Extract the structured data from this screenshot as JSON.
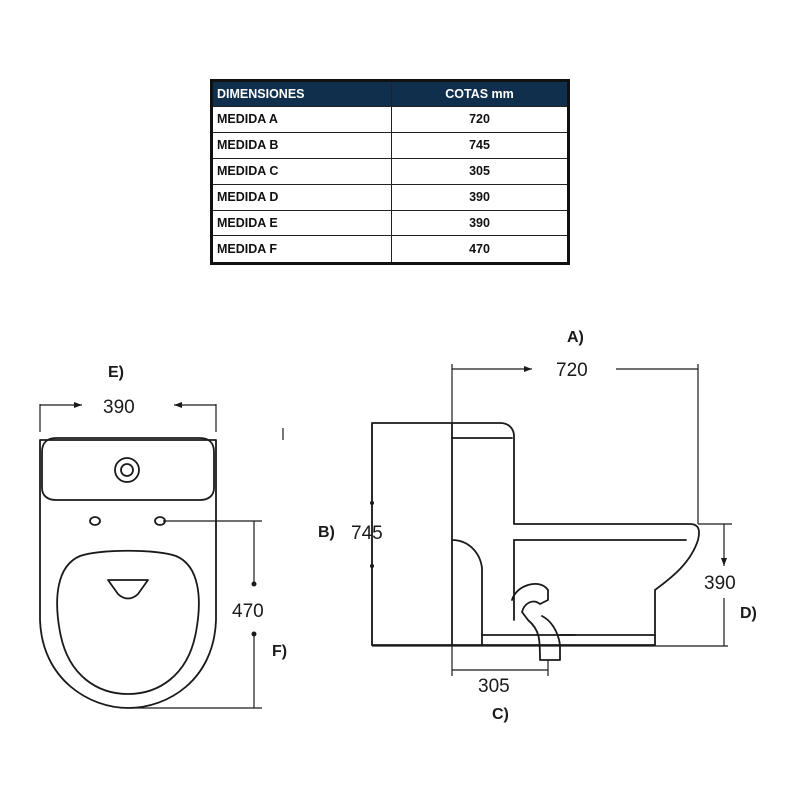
{
  "table": {
    "headers": [
      "DIMENSIONES",
      "COTAS mm"
    ],
    "rows": [
      [
        "MEDIDA A",
        "720"
      ],
      [
        "MEDIDA B",
        "745"
      ],
      [
        "MEDIDA C",
        "305"
      ],
      [
        "MEDIDA D",
        "390"
      ],
      [
        "MEDIDA E",
        "390"
      ],
      [
        "MEDIDA F",
        "470"
      ]
    ],
    "header_bg": "#0f2f4d"
  },
  "front_view": {
    "e_label": "E)",
    "e_value": "390",
    "f_label": "F)",
    "f_value": "470"
  },
  "side_view": {
    "a_label": "A)",
    "a_value": "720",
    "b_label": "B)",
    "b_value": "745",
    "c_label": "C)",
    "c_value": "305",
    "d_label": "D)",
    "d_value": "390"
  }
}
